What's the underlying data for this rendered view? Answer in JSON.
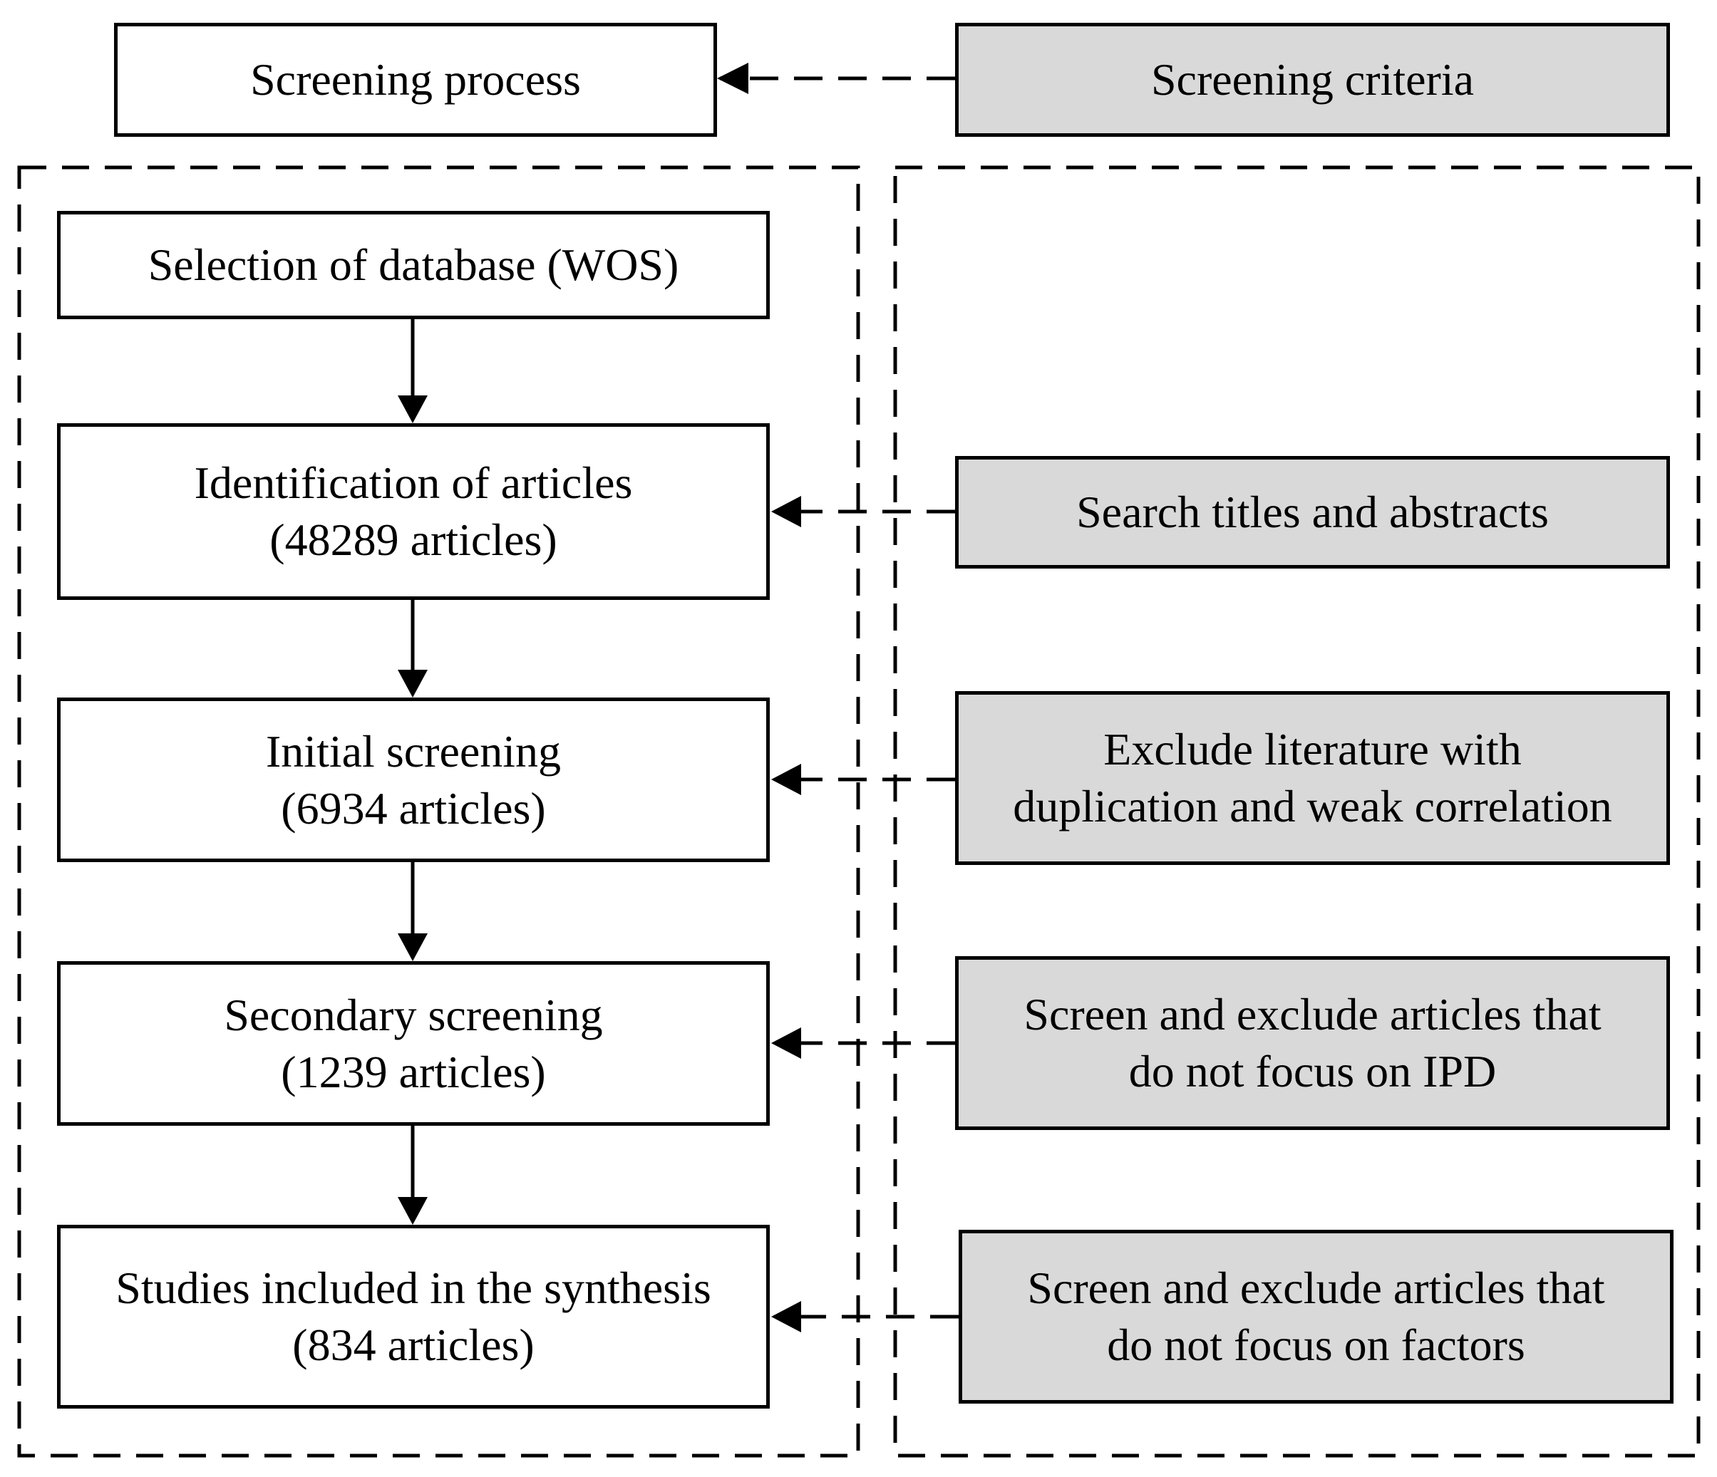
{
  "headers": {
    "process": "Screening process",
    "criteria": "Screening criteria"
  },
  "process_steps": [
    {
      "line1": "Selection of database (WOS)"
    },
    {
      "line1": "Identification of articles",
      "line2": "(48289 articles)"
    },
    {
      "line1": "Initial screening",
      "line2": "(6934 articles)"
    },
    {
      "line1": "Secondary screening",
      "line2": "(1239 articles)"
    },
    {
      "line1": "Studies included in the synthesis",
      "line2": "(834 articles)"
    }
  ],
  "criteria_steps": [
    {
      "line1": "Search titles and abstracts"
    },
    {
      "line1": "Exclude literature with",
      "line2": "duplication and weak correlation"
    },
    {
      "line1": "Screen and exclude articles that",
      "line2": "do not focus on IPD"
    },
    {
      "line1": "Screen and exclude articles that",
      "line2": "do not focus on factors"
    }
  ],
  "colors": {
    "process_fill": "#ffffff",
    "criteria_fill": "#d9d9d9",
    "stroke": "#000000"
  }
}
